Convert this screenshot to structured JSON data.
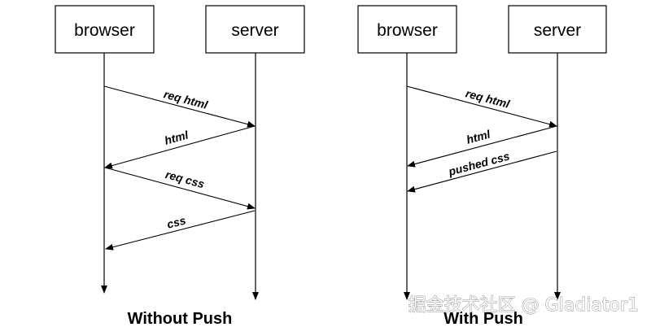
{
  "diagrams": [
    {
      "caption": "Without Push",
      "actors": [
        {
          "id": "browser",
          "label": "browser"
        },
        {
          "id": "server",
          "label": "server"
        }
      ],
      "messages": [
        {
          "from": "browser",
          "to": "server",
          "label": "req html"
        },
        {
          "from": "server",
          "to": "browser",
          "label": "html"
        },
        {
          "from": "browser",
          "to": "server",
          "label": "req css"
        },
        {
          "from": "server",
          "to": "browser",
          "label": "css"
        }
      ]
    },
    {
      "caption": "With Push",
      "actors": [
        {
          "id": "browser",
          "label": "browser"
        },
        {
          "id": "server",
          "label": "server"
        }
      ],
      "messages": [
        {
          "from": "browser",
          "to": "server",
          "label": "req html"
        },
        {
          "from": "server",
          "to": "browser",
          "label": "html"
        },
        {
          "from": "server",
          "to": "browser",
          "label": "pushed css"
        }
      ]
    }
  ],
  "watermark": "掘金技术社区 @ Gladiator1",
  "colors": {
    "stroke": "#000000",
    "background": "#ffffff",
    "watermark_outline": "#8a8a8a"
  }
}
